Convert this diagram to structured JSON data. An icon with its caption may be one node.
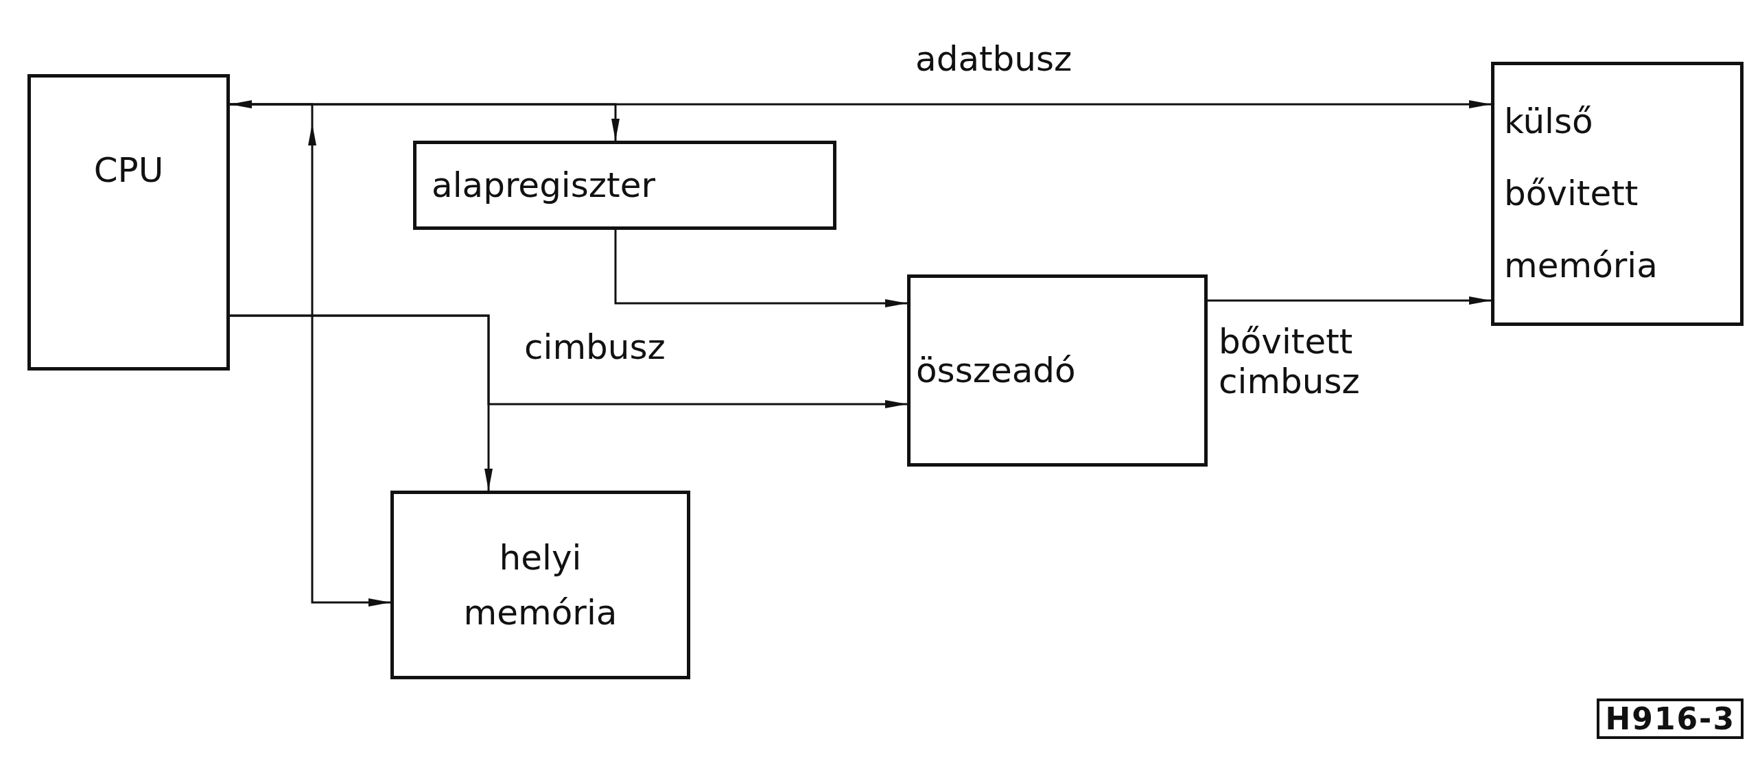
{
  "diagram": {
    "nodes": [
      {
        "text": [
          "CPU"
        ]
      },
      {
        "text": [
          "alapregiszter"
        ]
      },
      {
        "text": [
          "összeadó"
        ]
      },
      {
        "text": [
          "külső bővitett memória"
        ]
      },
      {
        "text": [
          "helyi memória"
        ]
      }
    ],
    "edges": [
      {
        "from": 0,
        "to": 3,
        "arrow": "to",
        "label": "adatbusz"
      },
      {
        "from": 0,
        "to": 1,
        "arrow": "to"
      },
      {
        "from": 0,
        "to": 4,
        "arrow": "both"
      },
      {
        "from": 1,
        "to": 2,
        "arrow": "to"
      },
      {
        "from": 0,
        "to": 2,
        "arrow": "to",
        "label": "cimbusz"
      },
      {
        "from": 0,
        "to": 4,
        "arrow": "to"
      },
      {
        "from": 2,
        "to": 3,
        "arrow": "to",
        "label": "bővitett cimbusz"
      }
    ],
    "labels": [
      "H916-3"
    ]
  }
}
